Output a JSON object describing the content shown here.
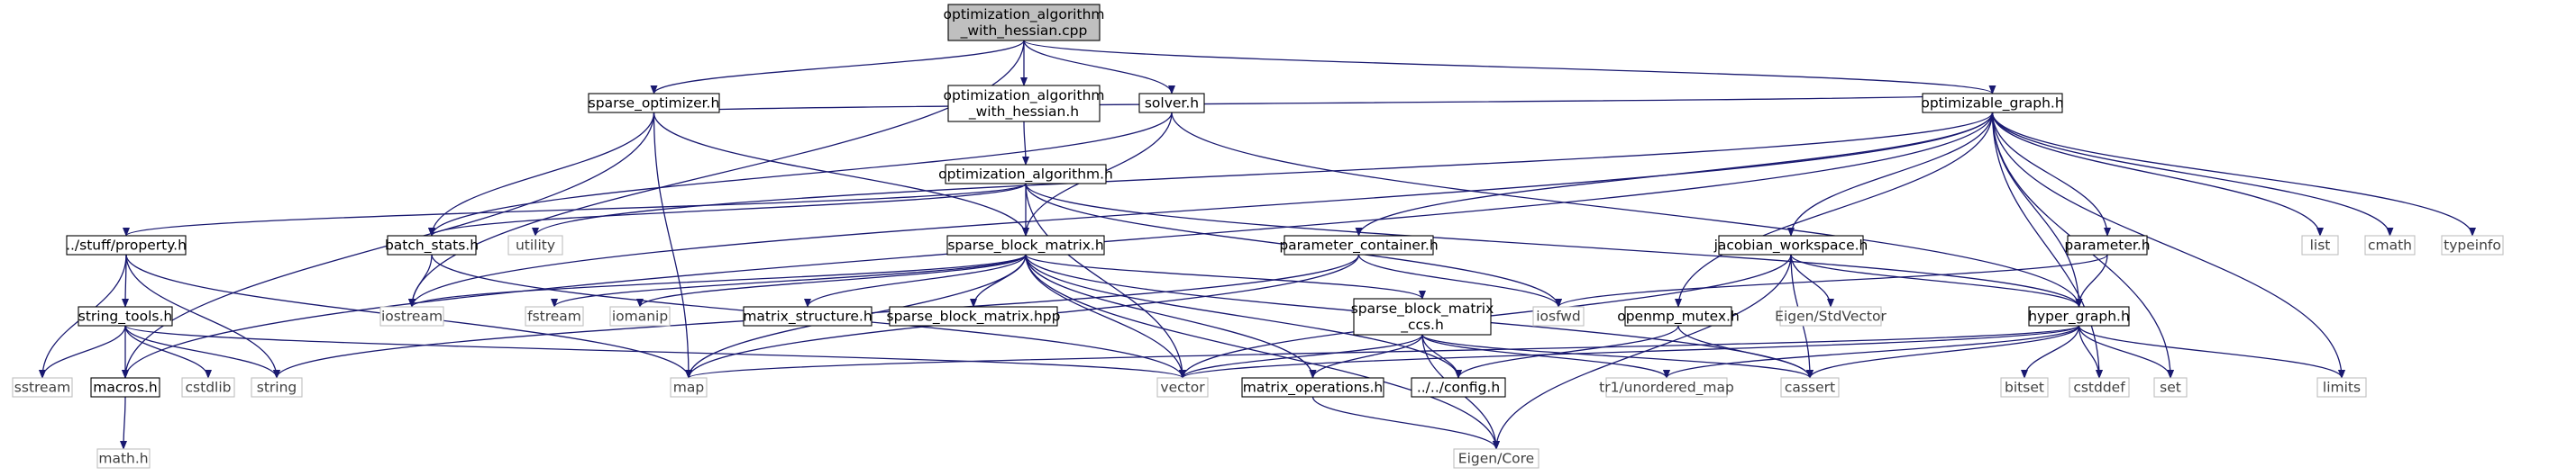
{
  "graph": {
    "colors": {
      "edge": "#191970",
      "root_fill": "#bfbfbf",
      "header_fill": "#ffffff",
      "header_border": "#000000",
      "system_fill": "#ffffff",
      "system_border": "#bfbfbf",
      "header_text": "#000000",
      "system_text": "#404040"
    },
    "nodes": [
      {
        "id": "root",
        "kind": "root",
        "lines": [
          "optimization_algorithm",
          "_with_hessian.cpp"
        ]
      },
      {
        "id": "sparse_optimizer",
        "kind": "header",
        "lines": [
          "sparse_optimizer.h"
        ]
      },
      {
        "id": "oawh_h",
        "kind": "header",
        "lines": [
          "optimization_algorithm",
          "_with_hessian.h"
        ]
      },
      {
        "id": "solver",
        "kind": "header",
        "lines": [
          "solver.h"
        ]
      },
      {
        "id": "optimizable_graph",
        "kind": "header",
        "lines": [
          "optimizable_graph.h"
        ]
      },
      {
        "id": "optimization_algorithm",
        "kind": "header",
        "lines": [
          "optimization_algorithm.h"
        ]
      },
      {
        "id": "property",
        "kind": "header",
        "lines": [
          "../stuff/property.h"
        ]
      },
      {
        "id": "batch_stats",
        "kind": "header",
        "lines": [
          "batch_stats.h"
        ]
      },
      {
        "id": "utility",
        "kind": "system",
        "lines": [
          "utility"
        ]
      },
      {
        "id": "sparse_block_matrix",
        "kind": "header",
        "lines": [
          "sparse_block_matrix.h"
        ]
      },
      {
        "id": "parameter_container",
        "kind": "header",
        "lines": [
          "parameter_container.h"
        ]
      },
      {
        "id": "jacobian_workspace",
        "kind": "header",
        "lines": [
          "jacobian_workspace.h"
        ]
      },
      {
        "id": "parameter",
        "kind": "header",
        "lines": [
          "parameter.h"
        ]
      },
      {
        "id": "list",
        "kind": "system",
        "lines": [
          "list"
        ]
      },
      {
        "id": "cmath",
        "kind": "system",
        "lines": [
          "cmath"
        ]
      },
      {
        "id": "typeinfo",
        "kind": "system",
        "lines": [
          "typeinfo"
        ]
      },
      {
        "id": "string_tools",
        "kind": "header",
        "lines": [
          "string_tools.h"
        ]
      },
      {
        "id": "iostream",
        "kind": "system",
        "lines": [
          "iostream"
        ]
      },
      {
        "id": "fstream",
        "kind": "system",
        "lines": [
          "fstream"
        ]
      },
      {
        "id": "iomanip",
        "kind": "system",
        "lines": [
          "iomanip"
        ]
      },
      {
        "id": "matrix_structure",
        "kind": "header",
        "lines": [
          "matrix_structure.h"
        ]
      },
      {
        "id": "sbm_hpp",
        "kind": "header",
        "lines": [
          "sparse_block_matrix.hpp"
        ]
      },
      {
        "id": "sbm_ccs",
        "kind": "header",
        "lines": [
          "sparse_block_matrix",
          "_ccs.h"
        ]
      },
      {
        "id": "iosfwd",
        "kind": "system",
        "lines": [
          "iosfwd"
        ]
      },
      {
        "id": "openmp_mutex",
        "kind": "header",
        "lines": [
          "openmp_mutex.h"
        ]
      },
      {
        "id": "eigen_stdvector",
        "kind": "system",
        "lines": [
          "Eigen/StdVector"
        ]
      },
      {
        "id": "hyper_graph",
        "kind": "header",
        "lines": [
          "hyper_graph.h"
        ]
      },
      {
        "id": "sstream",
        "kind": "system",
        "lines": [
          "sstream"
        ]
      },
      {
        "id": "macros",
        "kind": "header",
        "lines": [
          "macros.h"
        ]
      },
      {
        "id": "cstdlib",
        "kind": "system",
        "lines": [
          "cstdlib"
        ]
      },
      {
        "id": "string",
        "kind": "system",
        "lines": [
          "string"
        ]
      },
      {
        "id": "map",
        "kind": "system",
        "lines": [
          "map"
        ]
      },
      {
        "id": "vector",
        "kind": "system",
        "lines": [
          "vector"
        ]
      },
      {
        "id": "matrix_operations",
        "kind": "header",
        "lines": [
          "matrix_operations.h"
        ]
      },
      {
        "id": "config",
        "kind": "header",
        "lines": [
          "../../config.h"
        ]
      },
      {
        "id": "tr1_unordered_map",
        "kind": "system",
        "lines": [
          "tr1/unordered_map"
        ]
      },
      {
        "id": "cassert",
        "kind": "system",
        "lines": [
          "cassert"
        ]
      },
      {
        "id": "bitset",
        "kind": "system",
        "lines": [
          "bitset"
        ]
      },
      {
        "id": "cstddef",
        "kind": "system",
        "lines": [
          "cstddef"
        ]
      },
      {
        "id": "set",
        "kind": "system",
        "lines": [
          "set"
        ]
      },
      {
        "id": "limits",
        "kind": "system",
        "lines": [
          "limits"
        ]
      },
      {
        "id": "math_h",
        "kind": "system",
        "lines": [
          "math.h"
        ]
      },
      {
        "id": "eigen_core",
        "kind": "system",
        "lines": [
          "Eigen/Core"
        ]
      }
    ],
    "edges": [
      [
        "root",
        "sparse_optimizer"
      ],
      [
        "root",
        "oawh_h"
      ],
      [
        "root",
        "solver"
      ],
      [
        "root",
        "optimizable_graph"
      ],
      [
        "root",
        "iostream"
      ],
      [
        "sparse_optimizer",
        "optimizable_graph"
      ],
      [
        "sparse_optimizer",
        "sparse_block_matrix"
      ],
      [
        "sparse_optimizer",
        "batch_stats"
      ],
      [
        "sparse_optimizer",
        "macros"
      ],
      [
        "sparse_optimizer",
        "map"
      ],
      [
        "oawh_h",
        "optimization_algorithm"
      ],
      [
        "optimization_algorithm",
        "property"
      ],
      [
        "optimization_algorithm",
        "sparse_block_matrix"
      ],
      [
        "optimization_algorithm",
        "batch_stats"
      ],
      [
        "optimization_algorithm",
        "vector"
      ],
      [
        "optimization_algorithm",
        "hyper_graph"
      ],
      [
        "optimization_algorithm",
        "iosfwd"
      ],
      [
        "solver",
        "sparse_block_matrix"
      ],
      [
        "solver",
        "hyper_graph"
      ],
      [
        "solver",
        "batch_stats"
      ],
      [
        "optimizable_graph",
        "parameter_container"
      ],
      [
        "optimizable_graph",
        "jacobian_workspace"
      ],
      [
        "optimizable_graph",
        "parameter"
      ],
      [
        "optimizable_graph",
        "openmp_mutex"
      ],
      [
        "optimizable_graph",
        "hyper_graph"
      ],
      [
        "optimizable_graph",
        "utility"
      ],
      [
        "optimizable_graph",
        "iostream"
      ],
      [
        "optimizable_graph",
        "list"
      ],
      [
        "optimizable_graph",
        "cmath"
      ],
      [
        "optimizable_graph",
        "typeinfo"
      ],
      [
        "optimizable_graph",
        "set"
      ],
      [
        "optimizable_graph",
        "limits"
      ],
      [
        "optimizable_graph",
        "cstddef"
      ],
      [
        "optimizable_graph",
        "macros"
      ],
      [
        "property",
        "string_tools"
      ],
      [
        "property",
        "sstream"
      ],
      [
        "property",
        "string"
      ],
      [
        "property",
        "map"
      ],
      [
        "batch_stats",
        "iostream"
      ],
      [
        "batch_stats",
        "vector"
      ],
      [
        "sparse_block_matrix",
        "iostream"
      ],
      [
        "sparse_block_matrix",
        "fstream"
      ],
      [
        "sparse_block_matrix",
        "iomanip"
      ],
      [
        "sparse_block_matrix",
        "matrix_structure"
      ],
      [
        "sparse_block_matrix",
        "sbm_hpp"
      ],
      [
        "sparse_block_matrix",
        "sbm_ccs"
      ],
      [
        "sparse_block_matrix",
        "map"
      ],
      [
        "sparse_block_matrix",
        "vector"
      ],
      [
        "sparse_block_matrix",
        "matrix_operations"
      ],
      [
        "sparse_block_matrix",
        "config"
      ],
      [
        "sparse_block_matrix",
        "cassert"
      ],
      [
        "sparse_block_matrix",
        "eigen_core"
      ],
      [
        "parameter_container",
        "iosfwd"
      ],
      [
        "parameter_container",
        "map"
      ],
      [
        "parameter_container",
        "string"
      ],
      [
        "jacobian_workspace",
        "vector"
      ],
      [
        "jacobian_workspace",
        "eigen_stdvector"
      ],
      [
        "jacobian_workspace",
        "hyper_graph"
      ],
      [
        "jacobian_workspace",
        "cassert"
      ],
      [
        "jacobian_workspace",
        "eigen_core"
      ],
      [
        "parameter",
        "hyper_graph"
      ],
      [
        "parameter",
        "iosfwd"
      ],
      [
        "string_tools",
        "sstream"
      ],
      [
        "string_tools",
        "macros"
      ],
      [
        "string_tools",
        "cstdlib"
      ],
      [
        "string_tools",
        "string"
      ],
      [
        "string_tools",
        "vector"
      ],
      [
        "sbm_ccs",
        "vector"
      ],
      [
        "sbm_ccs",
        "matrix_operations"
      ],
      [
        "sbm_ccs",
        "config"
      ],
      [
        "sbm_ccs",
        "tr1_unordered_map"
      ],
      [
        "sbm_ccs",
        "cassert"
      ],
      [
        "sbm_ccs",
        "eigen_core"
      ],
      [
        "openmp_mutex",
        "config"
      ],
      [
        "openmp_mutex",
        "cassert"
      ],
      [
        "hyper_graph",
        "map"
      ],
      [
        "hyper_graph",
        "vector"
      ],
      [
        "hyper_graph",
        "cassert"
      ],
      [
        "hyper_graph",
        "bitset"
      ],
      [
        "hyper_graph",
        "cstddef"
      ],
      [
        "hyper_graph",
        "set"
      ],
      [
        "hyper_graph",
        "limits"
      ],
      [
        "hyper_graph",
        "tr1_unordered_map"
      ],
      [
        "macros",
        "math_h"
      ],
      [
        "matrix_operations",
        "eigen_core"
      ]
    ]
  }
}
